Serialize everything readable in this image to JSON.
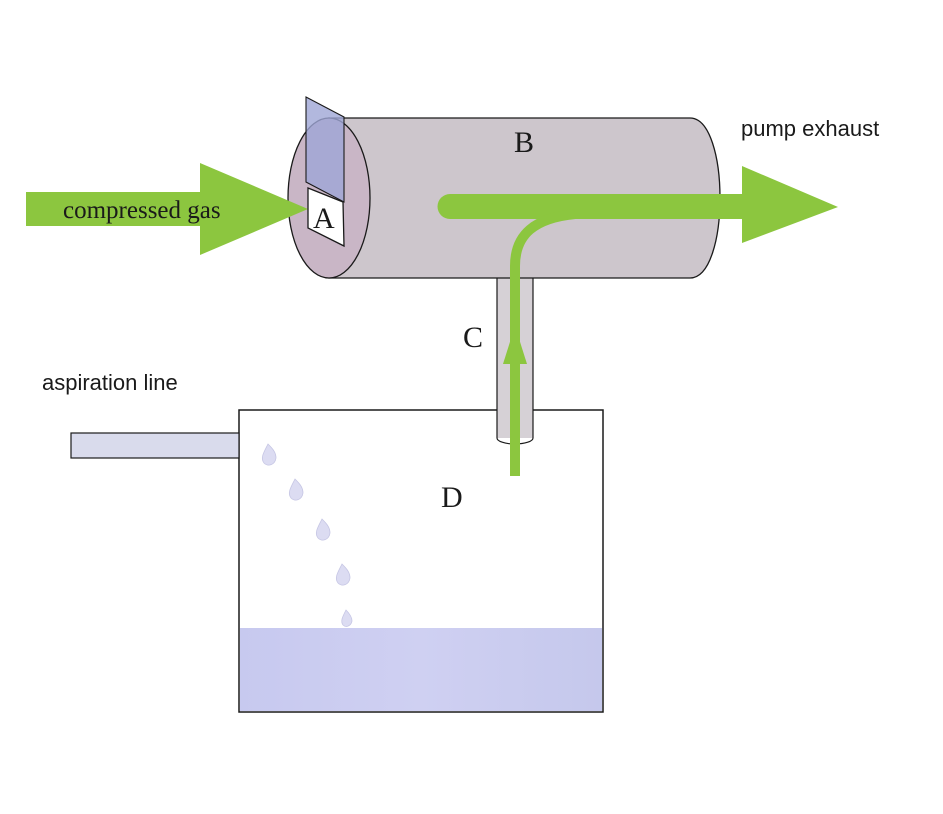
{
  "labels": {
    "a": "A",
    "b": "B",
    "c": "C",
    "d": "D",
    "compressed_gas": "compressed gas",
    "pump_exhaust": "pump exhaust",
    "aspiration_line": "aspiration line"
  },
  "colors": {
    "flow_arrow": "#8cc63f",
    "chamber_fill": "#cdc6cc",
    "fluid": "#c9cdf0",
    "valve_fill": "#9fa6d6",
    "outline": "#1a1a1a"
  }
}
